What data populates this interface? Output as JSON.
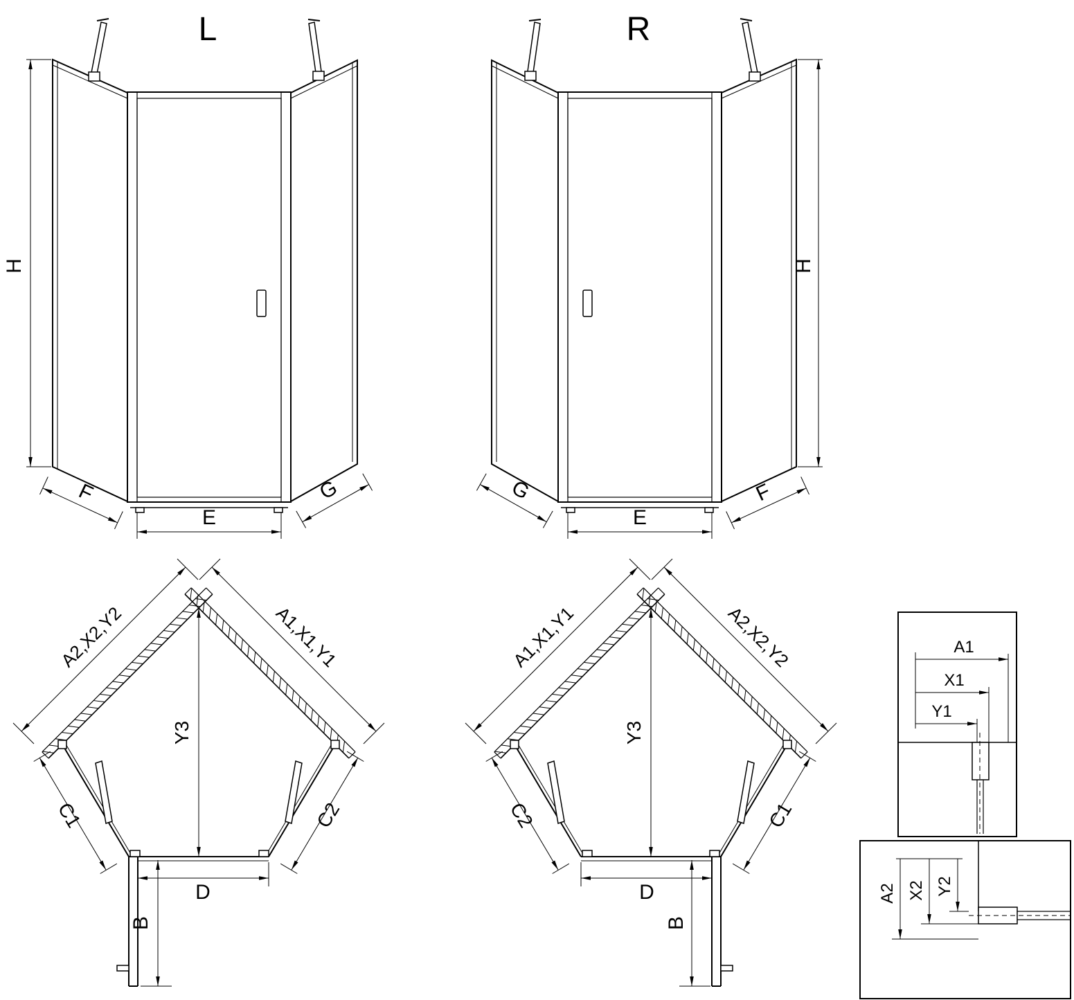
{
  "drawing": {
    "colors": {
      "line": "#000000",
      "background": "#ffffff"
    },
    "variants": {
      "left": {
        "title": "L",
        "dim_height": "H",
        "dim_left_panel": "F",
        "dim_door": "E",
        "dim_right_panel": "G"
      },
      "right": {
        "title": "R",
        "dim_height": "H",
        "dim_left_panel": "G",
        "dim_door": "E",
        "dim_right_panel": "F"
      }
    },
    "plans": {
      "left": {
        "wall_left": "A2,X2,Y2",
        "wall_right": "A1,X1,Y1",
        "depth": "Y3",
        "side_left": "C1",
        "side_right": "C2",
        "door_width": "D",
        "door_projection": "B"
      },
      "right": {
        "wall_left": "A1,X1,Y1",
        "wall_right": "A2,X2,Y2",
        "depth": "Y3",
        "side_left": "C2",
        "side_right": "C1",
        "door_width": "D",
        "door_projection": "B"
      }
    },
    "details": {
      "top": {
        "dims": [
          "A1",
          "X1",
          "Y1"
        ]
      },
      "bottom": {
        "dims": [
          "A2",
          "X2",
          "Y2"
        ]
      }
    }
  }
}
